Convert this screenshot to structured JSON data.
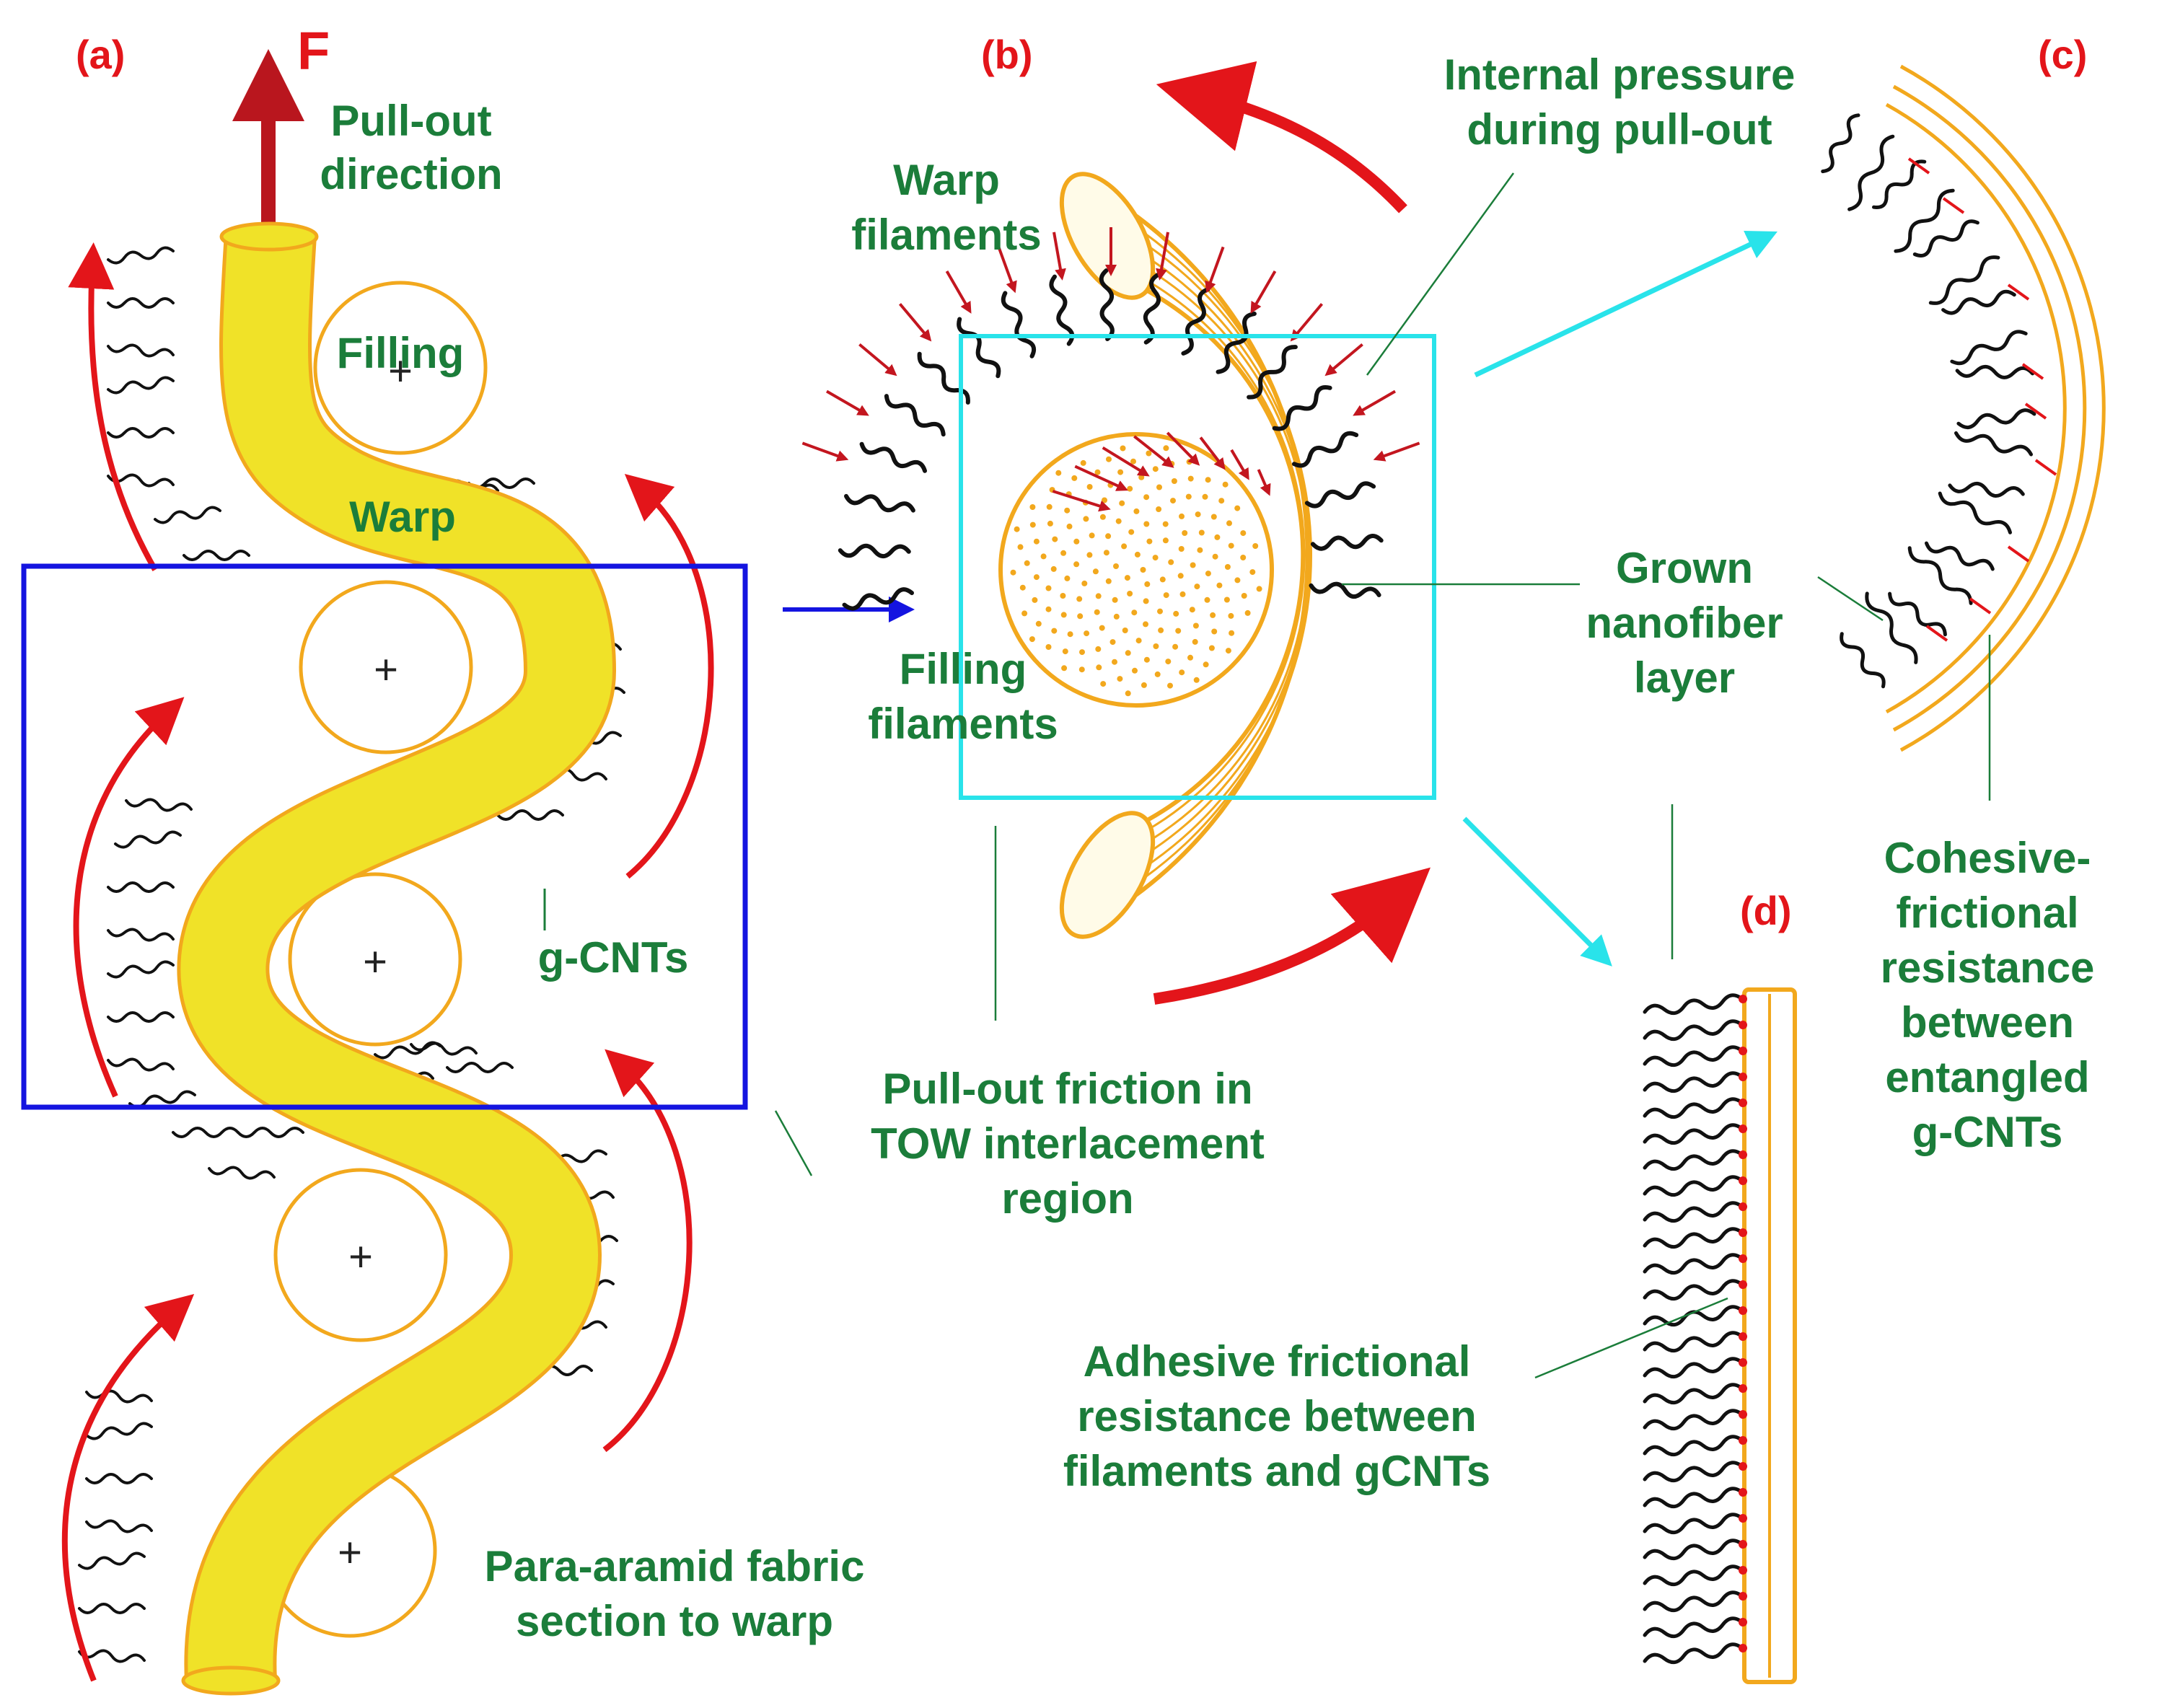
{
  "colors": {
    "label": "#1b7d3a",
    "panel_tag": "#e3151a",
    "warp_fill": "#f0e228",
    "filament_outline": "#f2a81d",
    "red_arrow": "#e3151a",
    "dark_red_arrow": "#b9161e",
    "zoom_box_blue": "#1414e0",
    "zoom_box_cyan": "#29e3ea",
    "cnt": "#111111"
  },
  "panels": {
    "a": "(a)",
    "b": "(b)",
    "c": "(c)",
    "d": "(d)"
  },
  "force_label": "F",
  "labels": {
    "pullout_direction": [
      "Pull-out",
      "direction"
    ],
    "filling": "Filling",
    "warp": "Warp",
    "g_cnts": "g-CNTs",
    "para_aramid": [
      "Para-aramid fabric",
      "section to warp"
    ],
    "warp_filaments": [
      "Warp",
      "filaments"
    ],
    "filling_filaments": [
      "Filling",
      "filaments"
    ],
    "internal_pressure": [
      "Internal pressure",
      "during pull-out"
    ],
    "grown_nanofiber": [
      "Grown",
      "nanofiber",
      "layer"
    ],
    "pullout_friction": [
      "Pull-out friction in",
      "TOW interlacement",
      "region"
    ],
    "cohesive": [
      "Cohesive-",
      "frictional",
      "resistance",
      "between",
      "entangled",
      "g-CNTs"
    ],
    "adhesive": [
      "Adhesive frictional",
      "resistance between",
      "filaments and gCNTs"
    ]
  },
  "icons": {
    "crossing_mark": "plus-glyph",
    "pull_force": "arrow-up-icon",
    "motion": "curved-arrow-icon",
    "zoom": "arrow-right-icon"
  }
}
